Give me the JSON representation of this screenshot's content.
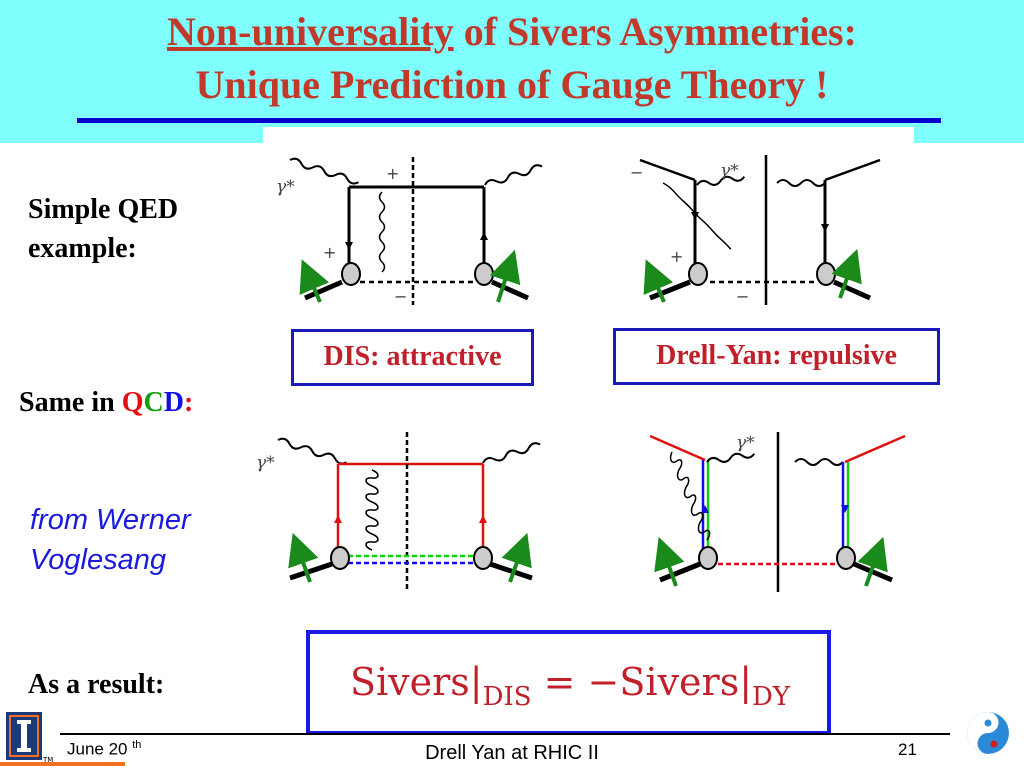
{
  "title": {
    "underlined": "Non-universality",
    "rest_line1": " of Sivers Asymmetries:",
    "line2": "Unique Prediction of Gauge Theory !"
  },
  "labels": {
    "simple_qed_1": "Simple QED",
    "simple_qed_2": "example:",
    "same_in": "Same in ",
    "qcd_q": "Q",
    "qcd_c": "C",
    "qcd_d": "D",
    "qcd_colon": ":",
    "credit_1": "from Werner",
    "credit_2": "Voglesang",
    "as_a_result": "As a result:"
  },
  "boxes": {
    "dis": "DIS: attractive",
    "dy": "Drell-Yan: repulsive"
  },
  "equation": {
    "lhs": "Sivers|",
    "lhs_sub": "DIS",
    "mid": " = −Sivers|",
    "rhs_sub": "DY"
  },
  "diagram_labels": {
    "gamma": "γ*",
    "plus": "+",
    "minus": "−"
  },
  "footer": {
    "date": "June 20",
    "date_sup": "th",
    "center": "Drell Yan at RHIC II",
    "page": "21",
    "logo_tm": "TM"
  },
  "colors": {
    "header_bg": "#80ffff",
    "title_red": "#c0392b",
    "rule_blue": "#0000cc",
    "box_blue": "#1a1ab8",
    "arrow_green": "#1a8a1a",
    "qcd_red": "#e01010",
    "qcd_green": "#10a010",
    "qcd_blue": "#1010e0"
  }
}
